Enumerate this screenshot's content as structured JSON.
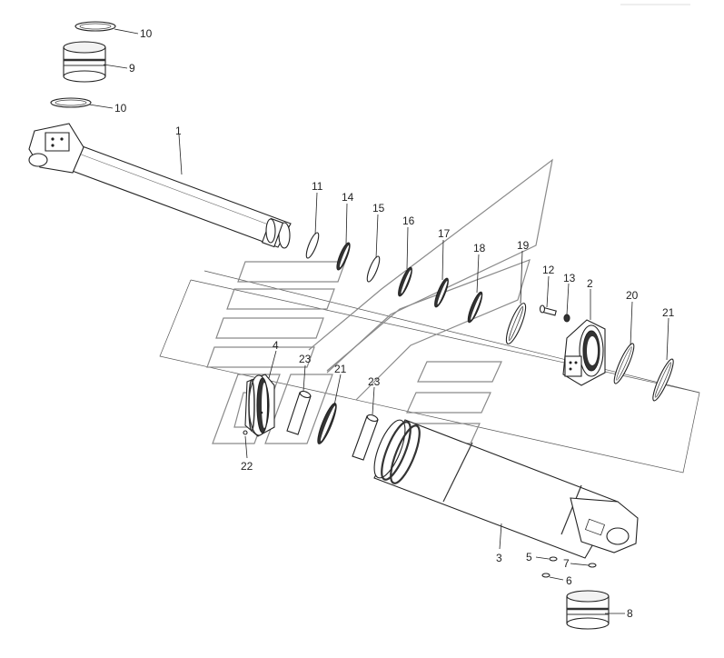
{
  "diagram": {
    "callouts": [
      {
        "id": "callout-10-top",
        "text": "10"
      },
      {
        "id": "callout-9",
        "text": "9"
      },
      {
        "id": "callout-10-mid",
        "text": "10"
      },
      {
        "id": "callout-1",
        "text": "1"
      },
      {
        "id": "callout-11",
        "text": "11"
      },
      {
        "id": "callout-14",
        "text": "14"
      },
      {
        "id": "callout-15",
        "text": "15"
      },
      {
        "id": "callout-16",
        "text": "16"
      },
      {
        "id": "callout-17",
        "text": "17"
      },
      {
        "id": "callout-18",
        "text": "18"
      },
      {
        "id": "callout-19",
        "text": "19"
      },
      {
        "id": "callout-12",
        "text": "12"
      },
      {
        "id": "callout-13",
        "text": "13"
      },
      {
        "id": "callout-2",
        "text": "2"
      },
      {
        "id": "callout-20",
        "text": "20"
      },
      {
        "id": "callout-21-right",
        "text": "21"
      },
      {
        "id": "callout-4",
        "text": "4"
      },
      {
        "id": "callout-23-left",
        "text": "23"
      },
      {
        "id": "callout-21-mid",
        "text": "21"
      },
      {
        "id": "callout-23-right",
        "text": "23"
      },
      {
        "id": "callout-22",
        "text": "22"
      },
      {
        "id": "callout-3",
        "text": "3"
      },
      {
        "id": "callout-5",
        "text": "5"
      },
      {
        "id": "callout-7",
        "text": "7"
      },
      {
        "id": "callout-6",
        "text": "6"
      },
      {
        "id": "callout-8",
        "text": "8"
      }
    ],
    "colors": {
      "line": "#222222",
      "part_fill": "#ffffff",
      "shade": "#d9d9d9",
      "dark_shade": "#333333",
      "watermark": "#8a8a8a"
    }
  }
}
